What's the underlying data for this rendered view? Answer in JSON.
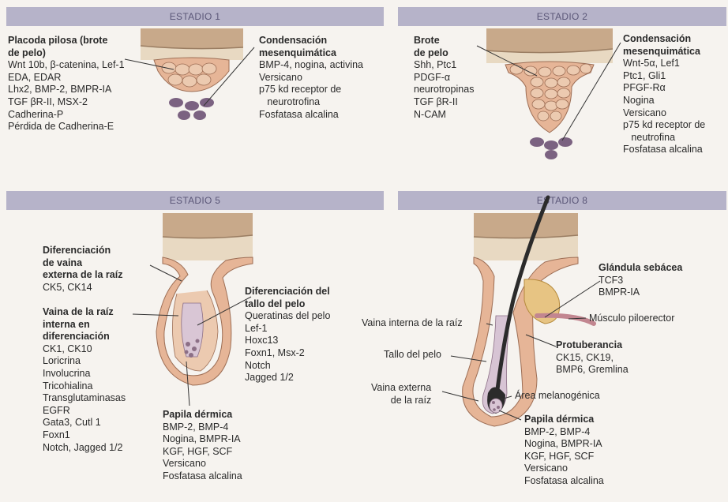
{
  "panels": {
    "s1": {
      "title": "ESTADIO 1",
      "left_title1": "Placoda pilosa (brote",
      "left_title2": "de pelo)",
      "left_lines": [
        "Wnt 10b, β-catenina, Lef-1",
        "EDA, EDAR",
        "Lhx2, BMP-2, BMPR-IA",
        "TGF βR-II, MSX-2",
        "Cadherina-P",
        "Pérdida de Cadherina-E"
      ],
      "right_title1": "Condensación",
      "right_title2": "mesenquimática",
      "right_lines": [
        "BMP-4, nogina, activina",
        "Versicano",
        "p75 kd receptor de",
        "   neurotrofina",
        "Fosfatasa alcalina"
      ]
    },
    "s2": {
      "title": "ESTADIO 2",
      "left_title1": "Brote",
      "left_title2": "de pelo",
      "left_lines": [
        "Shh, Ptc1",
        "PDGF-α",
        "neurotropinas",
        "TGF βR-II",
        "N-CAM"
      ],
      "right_title1": "Condensación",
      "right_title2": "mesenquimática",
      "right_lines": [
        "Wnt-5α, Lef1",
        "Ptc1, Gli1",
        "PFGF-Rα",
        "Nogina",
        "Versicano",
        "p75 kd receptor de",
        "   neutrofina",
        "Fosfatasa alcalina"
      ]
    },
    "s5": {
      "title": "ESTADIO 5",
      "diff_title1": "Diferenciación",
      "diff_title2": "de vaina",
      "diff_title3": "externa de la raíz",
      "diff_lines": [
        "CK5, CK14"
      ],
      "inner_title1": "Vaina de la raíz",
      "inner_title2": "interna en",
      "inner_title3": "diferenciación",
      "inner_lines": [
        "CK1, CK10",
        "Loricrina",
        "Involucrina",
        "Tricohialina",
        "Transglutaminasas",
        "EGFR",
        "Gata3, Cutl 1",
        "Foxn1",
        "Notch, Jagged 1/2"
      ],
      "shaft_title1": "Diferenciación del",
      "shaft_title2": "tallo del pelo",
      "shaft_lines": [
        "Queratinas del pelo",
        "Lef-1",
        "Hoxc13",
        "Foxn1, Msx-2",
        "Notch",
        "Jagged 1/2"
      ],
      "papilla_title": "Papila dérmica",
      "papilla_lines": [
        "BMP-2, BMP-4",
        "Nogina, BMPR-IA",
        "KGF, HGF, SCF",
        "Versicano",
        "Fosfatasa alcalina"
      ]
    },
    "s8": {
      "title": "ESTADIO 8",
      "gland_title": "Glándula sebácea",
      "gland_lines": [
        "TCF3",
        "BMPR-IA"
      ],
      "muscle": "Músculo piloerector",
      "inner_sheath": "Vaina interna de la raíz",
      "shaft": "Tallo del pelo",
      "outer_sheath1": "Vaina externa",
      "outer_sheath2": "de la raíz",
      "bulge_title": "Protuberancia",
      "bulge_lines": [
        "CK15, CK19,",
        "BMP6, Gremlina"
      ],
      "melano": "Área melanogénica",
      "papilla_title": "Papila dérmica",
      "papilla_lines": [
        "BMP-2, BMP-4",
        "Nogina, BMPR-IA",
        "KGF, HGF, SCF",
        "Versicano",
        "Fosfatasa alcalina"
      ]
    }
  },
  "colors": {
    "header_bg": "#b6b3c9",
    "header_text": "#5b5778",
    "skin_top": "#c8a98a",
    "dermis": "#e8d9c2",
    "cells": "#e6b597",
    "papilla": "#8c6f86",
    "hair": "#2b2b2b",
    "gland": "#e7c483"
  }
}
